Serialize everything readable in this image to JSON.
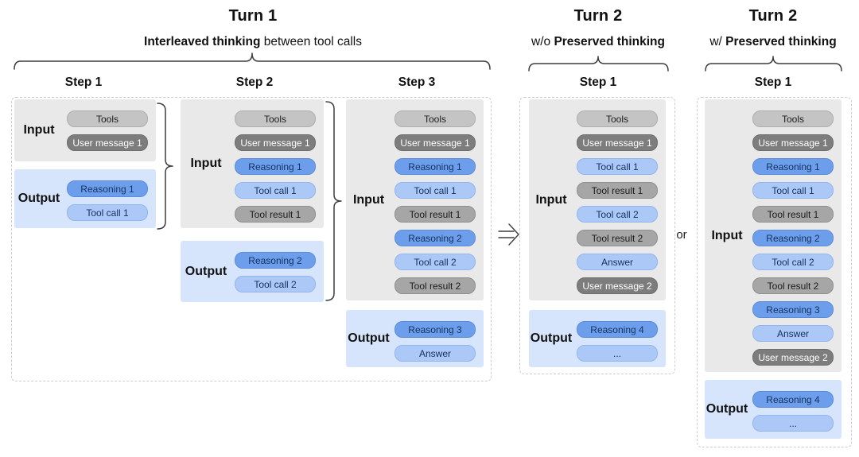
{
  "colors": {
    "input_panel": "#e9e9e9",
    "output_panel": "#d6e5fb",
    "chip_tools_bg": "#c4c4c4",
    "chip_user_bg": "#7d7d7d",
    "chip_user_text": "#ffffff",
    "chip_result_bg": "#a6a6a6",
    "chip_reasoning_bg": "#6d9eeb",
    "chip_toolcall_bg": "#abc8f6",
    "chip_gray_text": "#1b1b1b",
    "chip_blue_text": "#14325e",
    "brace": "#3d3d3d",
    "dashed_border": "#cccccc"
  },
  "groups": [
    {
      "title": "Turn 1",
      "subtitle": {
        "pre": "",
        "bold": "Interleaved thinking",
        "post": " between tool calls"
      }
    },
    {
      "title": "Turn 2",
      "subtitle": {
        "pre": "w/o ",
        "bold": "Preserved thinking",
        "post": ""
      }
    },
    {
      "title": "Turn 2",
      "subtitle": {
        "pre": "w/ ",
        "bold": "Preserved thinking",
        "post": ""
      }
    }
  ],
  "connectors": {
    "or_label": "or",
    "arrow_icon": "double-arrow-right"
  },
  "columns": [
    {
      "step_label": "Step 1",
      "input_label": "Input",
      "output_label": "Output",
      "input_chips": [
        {
          "t": "Tools",
          "k": "tools"
        },
        {
          "t": "User message 1",
          "k": "user"
        }
      ],
      "output_chips": [
        {
          "t": "Reasoning 1",
          "k": "reasoning"
        },
        {
          "t": "Tool call 1",
          "k": "toolcall"
        }
      ]
    },
    {
      "step_label": "Step 2",
      "input_label": "Input",
      "output_label": "Output",
      "input_chips": [
        {
          "t": "Tools",
          "k": "tools"
        },
        {
          "t": "User message 1",
          "k": "user"
        },
        {
          "t": "Reasoning 1",
          "k": "reasoning"
        },
        {
          "t": "Tool call 1",
          "k": "toolcall"
        },
        {
          "t": "Tool result 1",
          "k": "result"
        }
      ],
      "output_chips": [
        {
          "t": "Reasoning 2",
          "k": "reasoning"
        },
        {
          "t": "Tool call 2",
          "k": "toolcall"
        }
      ]
    },
    {
      "step_label": "Step 3",
      "input_label": "Input",
      "output_label": "Output",
      "input_chips": [
        {
          "t": "Tools",
          "k": "tools"
        },
        {
          "t": "User message 1",
          "k": "user"
        },
        {
          "t": "Reasoning 1",
          "k": "reasoning"
        },
        {
          "t": "Tool call 1",
          "k": "toolcall"
        },
        {
          "t": "Tool result 1",
          "k": "result"
        },
        {
          "t": "Reasoning 2",
          "k": "reasoning"
        },
        {
          "t": "Tool call 2",
          "k": "toolcall"
        },
        {
          "t": "Tool result 2",
          "k": "result"
        }
      ],
      "output_chips": [
        {
          "t": "Reasoning 3",
          "k": "reasoning"
        },
        {
          "t": "Answer",
          "k": "toolcall"
        }
      ]
    },
    {
      "step_label": "Step 1",
      "input_label": "Input",
      "output_label": "Output",
      "input_chips": [
        {
          "t": "Tools",
          "k": "tools"
        },
        {
          "t": "User message 1",
          "k": "user"
        },
        {
          "t": "Tool call 1",
          "k": "toolcall"
        },
        {
          "t": "Tool result 1",
          "k": "result"
        },
        {
          "t": "Tool call 2",
          "k": "toolcall"
        },
        {
          "t": "Tool result 2",
          "k": "result"
        },
        {
          "t": "Answer",
          "k": "toolcall"
        },
        {
          "t": "User message 2",
          "k": "user"
        }
      ],
      "output_chips": [
        {
          "t": "Reasoning 4",
          "k": "reasoning"
        },
        {
          "t": "...",
          "k": "toolcall"
        }
      ]
    },
    {
      "step_label": "Step 1",
      "input_label": "Input",
      "output_label": "Output",
      "input_chips": [
        {
          "t": "Tools",
          "k": "tools"
        },
        {
          "t": "User message 1",
          "k": "user"
        },
        {
          "t": "Reasoning 1",
          "k": "reasoning"
        },
        {
          "t": "Tool call 1",
          "k": "toolcall"
        },
        {
          "t": "Tool result 1",
          "k": "result"
        },
        {
          "t": "Reasoning 2",
          "k": "reasoning"
        },
        {
          "t": "Tool call 2",
          "k": "toolcall"
        },
        {
          "t": "Tool result 2",
          "k": "result"
        },
        {
          "t": "Reasoning 3",
          "k": "reasoning"
        },
        {
          "t": "Answer",
          "k": "toolcall"
        },
        {
          "t": "User message 2",
          "k": "user"
        }
      ],
      "output_chips": [
        {
          "t": "Reasoning 4",
          "k": "reasoning"
        },
        {
          "t": "...",
          "k": "toolcall"
        }
      ]
    }
  ]
}
